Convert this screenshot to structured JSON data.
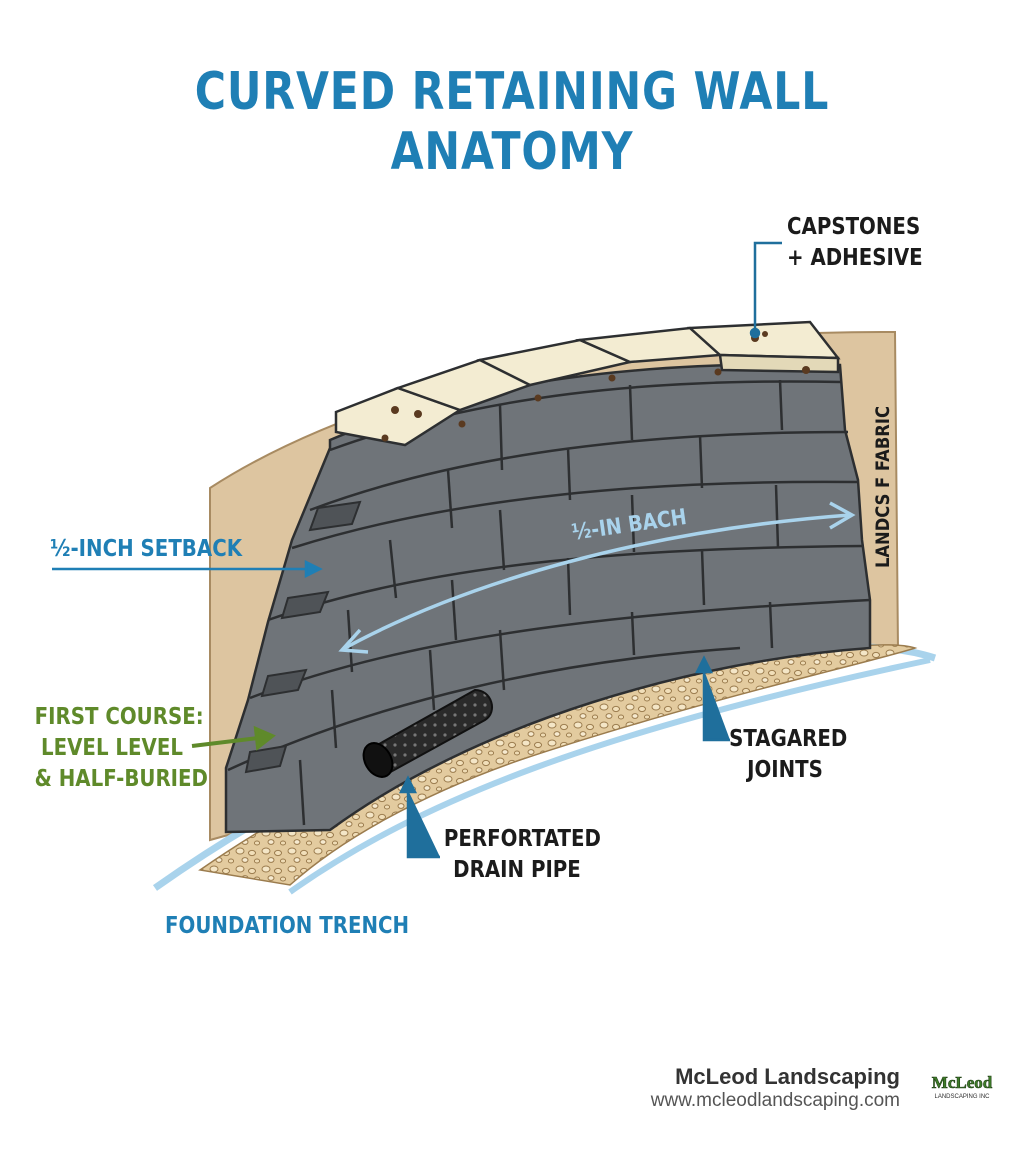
{
  "title": "CURVED RETAINING WALL ANATOMY",
  "labels": {
    "capstones_line1": "CAPSTONES",
    "capstones_line2": "+ ADHESIVE",
    "setback": "½-INCH SETBACK",
    "setback_on_wall": "½-IN BACH",
    "fabric": "LANDCS F FABRIC",
    "first_course_line1": "FIRST COURSE:",
    "first_course_line2": "LEVEL LEVEL",
    "first_course_line3": "& HALF-BURIED",
    "staggered_line1": "STAGARED",
    "staggered_line2": "JOINTS",
    "drain_line1": "PERFORTATED",
    "drain_line2": "DRAIN PIPE",
    "trench": "FOUNDATION TRENCH"
  },
  "footer": {
    "company": "McLeod Landscaping",
    "url": "www.mcleodlandscaping.com",
    "logo_text": "McLeod",
    "logo_subtext": "LANDSCAPING INC"
  },
  "colors": {
    "title_blue": "#1f7fb5",
    "label_green": "#5f8a2a",
    "block_gray": "#6f7479",
    "capstone_cream": "#f3ecd2",
    "fabric_tan": "#dcc4a0",
    "gravel": "#e0c79b",
    "water_blue": "#a9d3ec"
  }
}
